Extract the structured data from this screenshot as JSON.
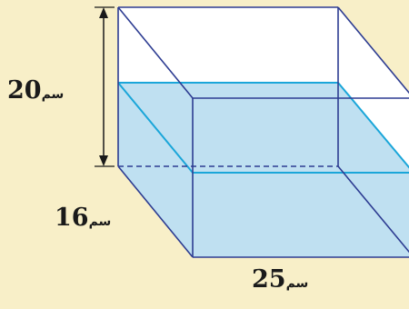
{
  "diagram": {
    "height": {
      "value": "20",
      "unit": "سم"
    },
    "depth": {
      "value": "16",
      "unit": "سم"
    },
    "width": {
      "value": "25",
      "unit": "سم"
    },
    "water_fill_fraction": 0.5
  },
  "colors": {
    "background": "#f8efc8",
    "water": "#bfe0f1",
    "water_surface": "#1aa6d9",
    "edges": "#2d3c92",
    "empty_glass": "#ffffff",
    "arrow": "#1a1a1a"
  }
}
